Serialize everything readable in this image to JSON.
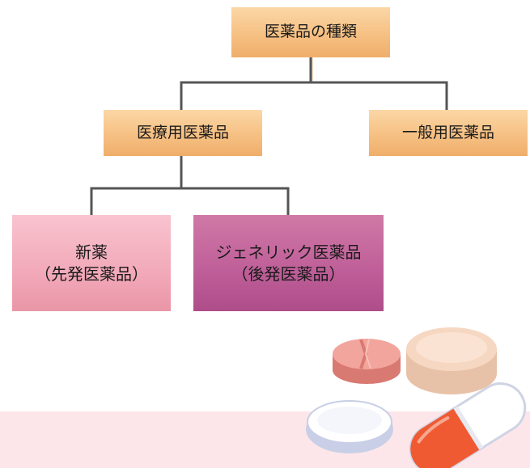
{
  "diagram": {
    "root": {
      "label": "医薬品の種類"
    },
    "prescription": {
      "label": "医療用医薬品"
    },
    "otc": {
      "label": "一般用医薬品"
    },
    "brand": {
      "line1": "新薬",
      "line2": "（先発医薬品）"
    },
    "generic": {
      "line1": "ジェネリック医薬品",
      "line2": "（後発医薬品）"
    }
  },
  "colors": {
    "connector": "#555555",
    "orange_box": "#f6c083",
    "pink_box": "#f2a9b9",
    "magenta_box": "#c0609a",
    "floor": "#fde6ea"
  },
  "illustration": {
    "icons": [
      "split-tablet-icon",
      "round-tablet-icon",
      "white-tablet-icon",
      "capsule-icon"
    ]
  }
}
